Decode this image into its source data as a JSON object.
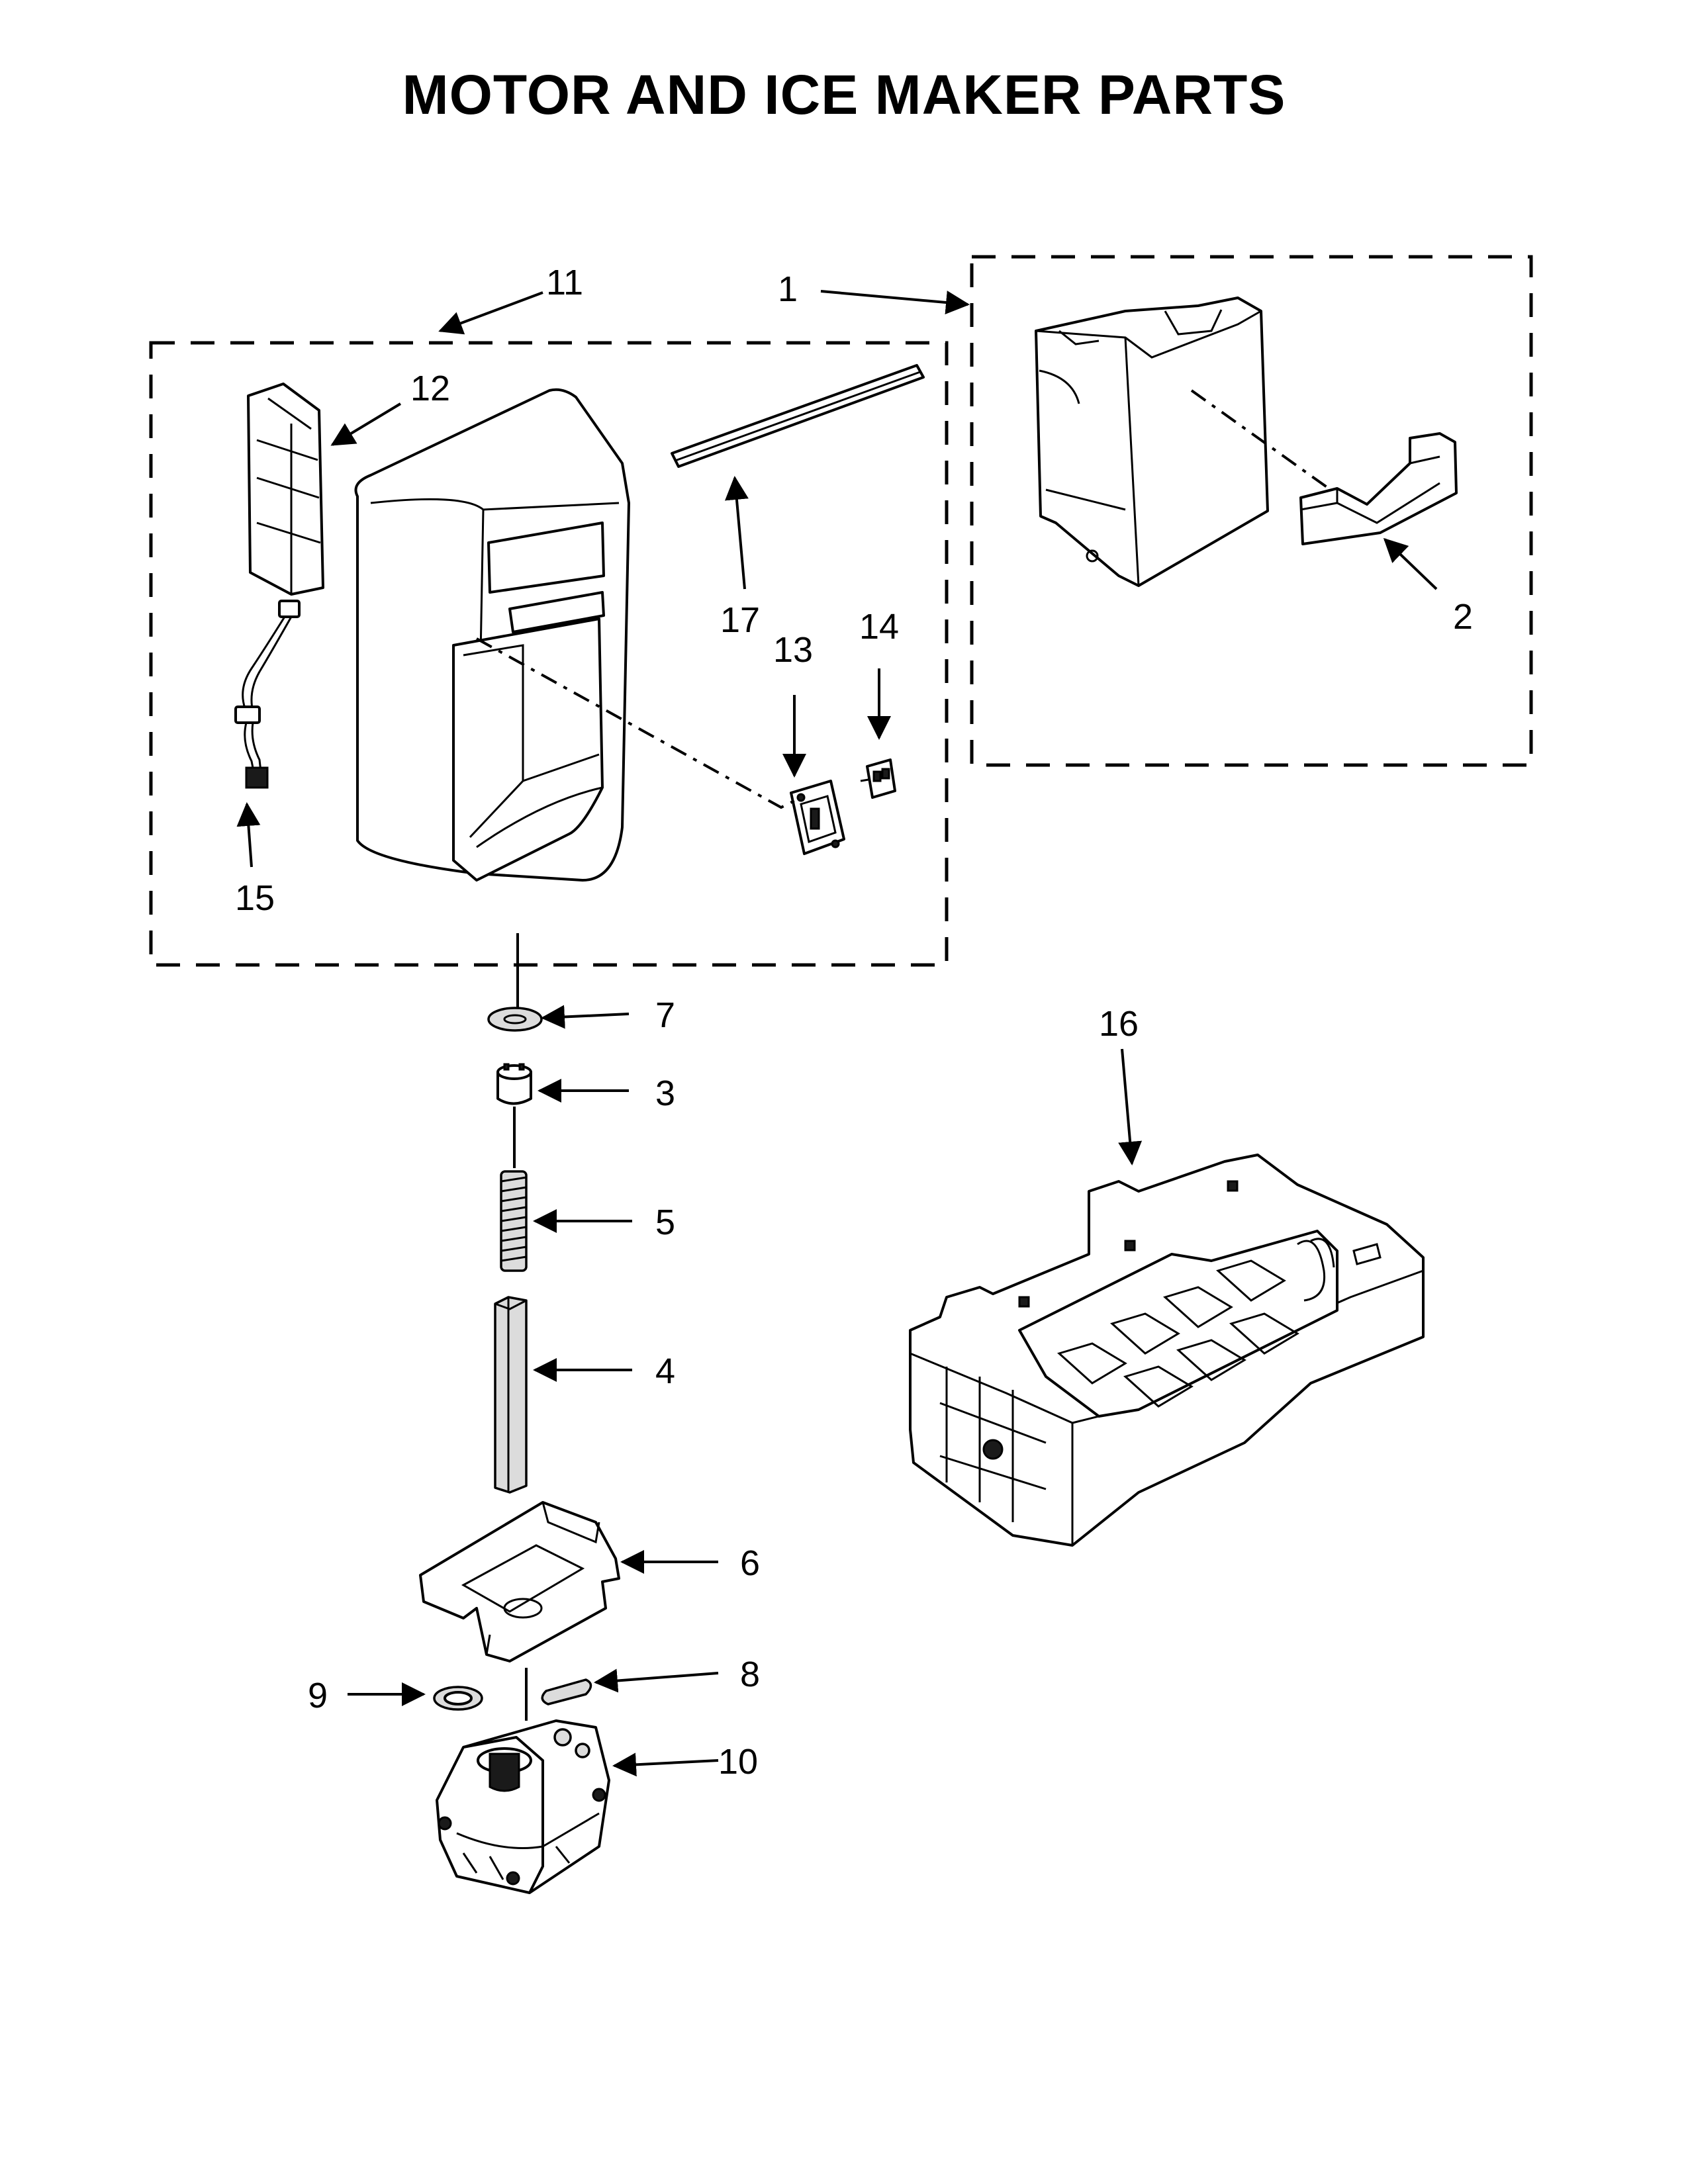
{
  "title": "MOTOR AND ICE MAKER PARTS",
  "callouts": [
    "1",
    "2",
    "3",
    "4",
    "5",
    "6",
    "7",
    "8",
    "9",
    "10",
    "11",
    "12",
    "13",
    "14",
    "15",
    "16",
    "17"
  ]
}
